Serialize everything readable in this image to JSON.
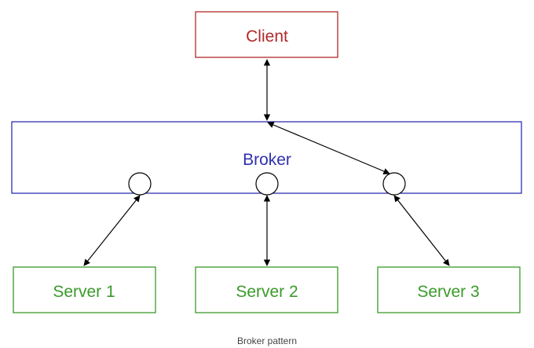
{
  "diagram": {
    "client": {
      "label": "Client"
    },
    "broker": {
      "label": "Broker"
    },
    "servers": [
      {
        "label": "Server 1"
      },
      {
        "label": "Server 2"
      },
      {
        "label": "Server 3"
      }
    ],
    "caption": "Broker pattern"
  },
  "colors": {
    "client": "#b02a2a",
    "broker": "#2f2fb0",
    "server": "#3a9a2a",
    "connector": "#000000"
  }
}
